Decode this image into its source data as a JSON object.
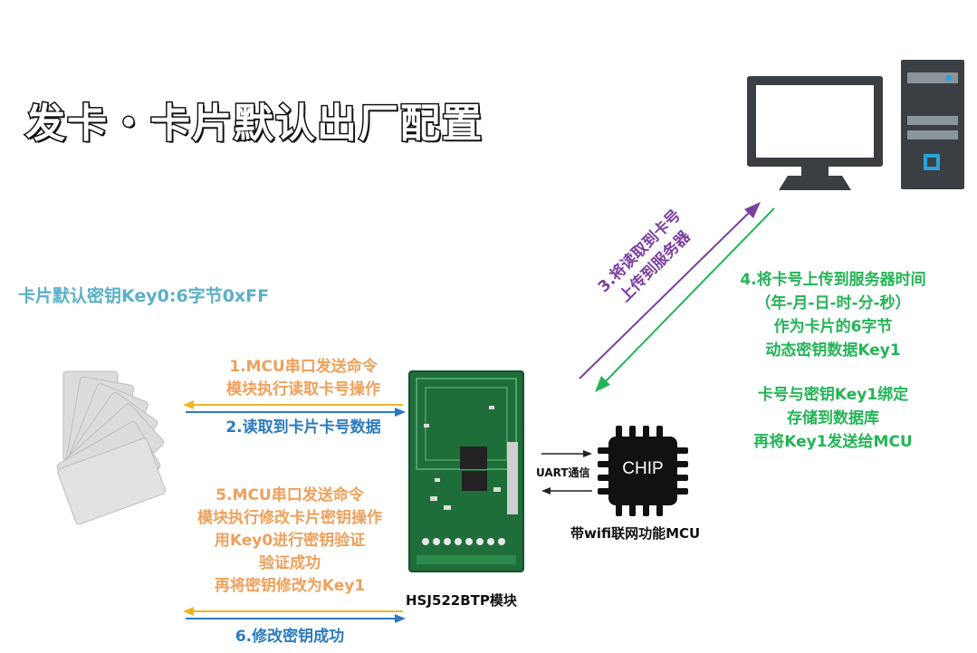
{
  "title": "发卡・卡片默认出厂配置",
  "default_key": "卡片默认密钥Key0:6字节0xFF",
  "step1": [
    "1.MCU串口发送命令",
    "模块执行读取卡号操作"
  ],
  "step2": "2.读取到卡片卡号数据",
  "step3": [
    "3.将读取到卡号",
    "上传到服务器"
  ],
  "step4": [
    "4.将卡号上传到服务器时间",
    "（年-月-日-时-分-秒）",
    "作为卡片的6字节",
    "动态密钥数据Key1"
  ],
  "step4b": [
    "卡号与密钥Key1绑定",
    "存储到数据库",
    "再将Key1发送给MCU"
  ],
  "step5": [
    "5.MCU串口发送命令",
    "模块执行修改卡片密钥操作",
    "用Key0进行密钥验证",
    "验证成功",
    "再将密钥修改为Key1"
  ],
  "step6": "6.修改密钥成功",
  "uart_label": "UART通信",
  "chip_text": "CHIP",
  "mcu_label": "带wifi联网功能MCU",
  "module_label": "HSJ522BTP模块",
  "colors": {
    "orange": "#f0a05a",
    "blue": "#2a7bbf",
    "green": "#22b455",
    "purple": "#7b3fa0",
    "board": "#1f6e3a"
  }
}
